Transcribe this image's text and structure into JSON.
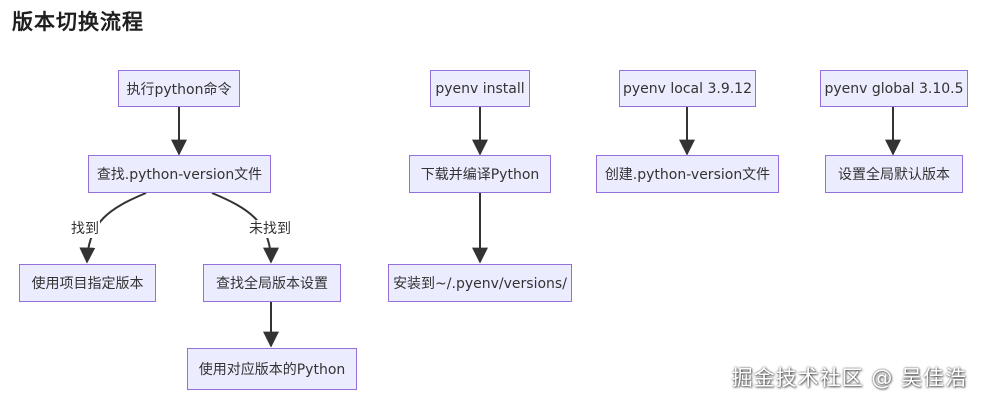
{
  "title": "版本切换流程",
  "nodes": {
    "exec_python": "执行python命令",
    "find_version_file": "查找.python-version文件",
    "use_project_version": "使用项目指定版本",
    "find_global_setting": "查找全局版本设置",
    "use_matching_python": "使用对应版本的Python",
    "pyenv_install": "pyenv install",
    "download_compile": "下载并编译Python",
    "install_to": "安装到~/.pyenv/versions/",
    "pyenv_local": "pyenv local 3.9.12",
    "create_version_file": "创建.python-version文件",
    "pyenv_global": "pyenv global 3.10.5",
    "set_global_default": "设置全局默认版本"
  },
  "edge_labels": {
    "found": "找到",
    "not_found": "未找到"
  },
  "watermark": "掘金技术社区 @ 吴佳浩",
  "colors": {
    "node_fill": "#ECECFF",
    "node_border": "#9370DB",
    "edge": "#333333"
  }
}
